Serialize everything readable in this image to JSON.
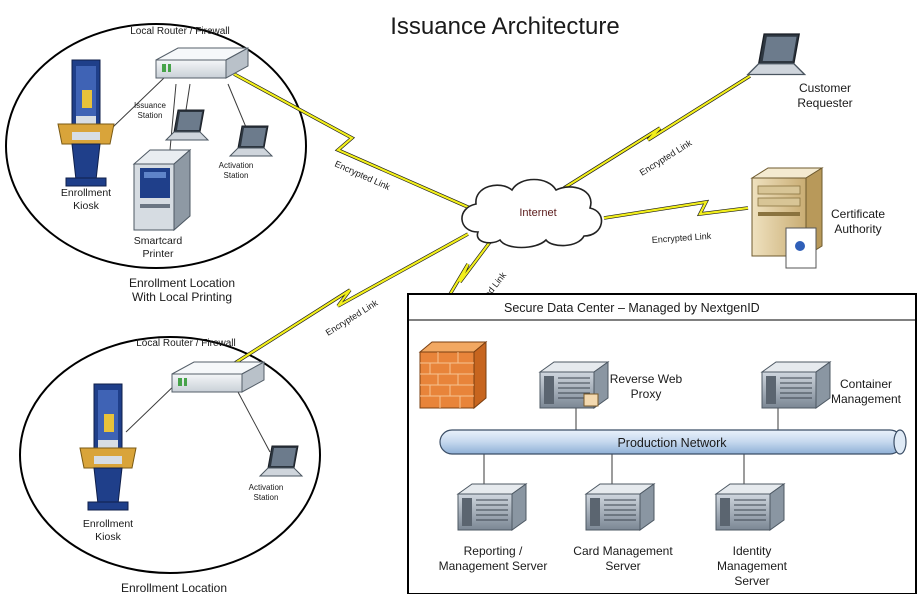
{
  "title": "Issuance Architecture",
  "internet_label": "Internet",
  "encrypted_label": "Encrypted Link",
  "location1": {
    "router_label": "Local Router / Firewall",
    "issuance_station": [
      "Issuance",
      "Station"
    ],
    "activation_station": [
      "Activation",
      "Station"
    ],
    "kiosk": [
      "Enrollment",
      "Kiosk"
    ],
    "printer": [
      "Smartcard",
      "Printer"
    ],
    "caption": [
      "Enrollment Location",
      "With Local Printing"
    ]
  },
  "location2": {
    "router_label": "Local Router / Firewall",
    "activation_station": [
      "Activation",
      "Station"
    ],
    "kiosk": [
      "Enrollment",
      "Kiosk"
    ],
    "caption": "Enrollment Location"
  },
  "customer": [
    "Customer",
    "Requester"
  ],
  "ca": [
    "Certificate",
    "Authority"
  ],
  "datacenter": {
    "title": "Secure Data Center – Managed by NextgenID",
    "network": "Production Network",
    "proxy": [
      "Reverse Web",
      "Proxy"
    ],
    "container": [
      "Container",
      "Management"
    ],
    "reporting": [
      "Reporting /",
      "Management Server"
    ],
    "card": [
      "Card Management",
      "Server"
    ],
    "identity": [
      "Identity",
      "Management",
      "Server"
    ]
  },
  "colors": {
    "link": "#f2ef1c",
    "network": "#c5d8ee",
    "firewall": "#e8843a",
    "router": "#e7ecf1",
    "kiosk": "#1f3f8a"
  }
}
